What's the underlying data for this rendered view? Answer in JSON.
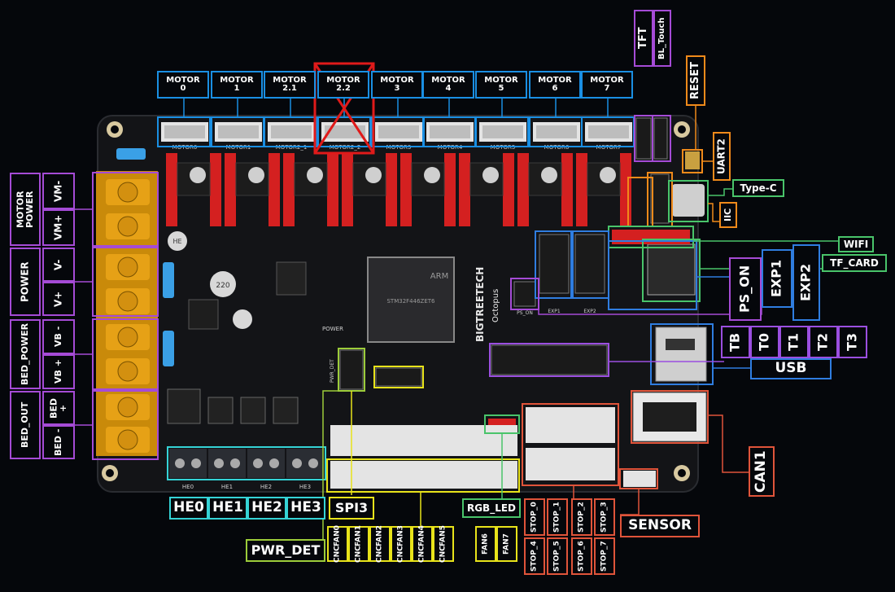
{
  "board": {
    "brand": "BIGTREETECH",
    "model": "Octopus"
  },
  "colors": {
    "motor": "#1a8fe3",
    "power": "#a54bd6",
    "heater": "#35d3d6",
    "fan": "#e8e31a",
    "stop": "#e0543a",
    "sensor": "#e0543a",
    "can": "#e0543a",
    "reset": "#f08a1a",
    "uart": "#f08a1a",
    "iic": "#f08a1a",
    "typec": "#49c46a",
    "wifi": "#49c46a",
    "tfcard": "#49c46a",
    "exp": "#2f7de0",
    "thermistor": "#9b4fe0",
    "usb": "#2f7de0",
    "pwrdet": "#9ccc3a",
    "rgb": "#49c46a",
    "spi": "#e8e31a",
    "cross": "#e01a1a",
    "pcb": "#121316",
    "terminal": "#e6a116",
    "driver": "#d42020"
  },
  "motors": [
    {
      "line1": "MOTOR",
      "line2": "0",
      "silk": "MOTOR0"
    },
    {
      "line1": "MOTOR",
      "line2": "1",
      "silk": "MOTOR1"
    },
    {
      "line1": "MOTOR",
      "line2": "2.1",
      "silk": "MOTOR2_1"
    },
    {
      "line1": "MOTOR",
      "line2": "2.2",
      "silk": "MOTOR2_2"
    },
    {
      "line1": "MOTOR",
      "line2": "3",
      "silk": "MOTOR3"
    },
    {
      "line1": "MOTOR",
      "line2": "4",
      "silk": "MOTOR4"
    },
    {
      "line1": "MOTOR",
      "line2": "5",
      "silk": "MOTOR5"
    },
    {
      "line1": "MOTOR",
      "line2": "6",
      "silk": "MOTOR6"
    },
    {
      "line1": "MOTOR",
      "line2": "7",
      "silk": "MOTOR7"
    }
  ],
  "left_power": {
    "motor_power": {
      "group": "MOTOR POWER",
      "top": "VM-",
      "bottom": "VM+"
    },
    "power": {
      "group": "POWER",
      "top": "V-",
      "bottom": "V+"
    },
    "bed_power": {
      "group": "BED_POWER",
      "top": "VB -",
      "bottom": "VB +"
    },
    "bed_out": {
      "group": "BED_OUT",
      "top": "BED +",
      "bottom": "BED -"
    }
  },
  "top_right": {
    "tft": "TFT",
    "bl_touch": "BL_Touch",
    "reset": "RESET",
    "uart2": "UART2",
    "type_c": "Type-C",
    "iic": "IIC"
  },
  "right": {
    "wifi": "WIFI",
    "tf_card": "TF_CARD",
    "ps_on": "PS_ON",
    "exp1": "EXP1",
    "exp2": "EXP2",
    "thermistors": [
      "TB",
      "T0",
      "T1",
      "T2",
      "T3"
    ],
    "usb": "USB",
    "can1": "CAN1",
    "sensor": "SENSOR"
  },
  "bottom": {
    "heaters": [
      "HE0",
      "HE1",
      "HE2",
      "HE3"
    ],
    "heater_silk": [
      "HE0",
      "HE1",
      "HE2",
      "HE3"
    ],
    "spi3": "SPI3",
    "pwr_det": "PWR_DET",
    "rgb_led": "RGB_LED",
    "fans": [
      {
        "line1": "CNC",
        "line2": "FAN0"
      },
      {
        "line1": "CNC",
        "line2": "FAN1"
      },
      {
        "line1": "CNC",
        "line2": "FAN2"
      },
      {
        "line1": "CNC",
        "line2": "FAN3"
      },
      {
        "line1": "CNC",
        "line2": "FAN4"
      },
      {
        "line1": "CNC",
        "line2": "FAN5"
      },
      {
        "line1": "",
        "line2": "FAN6"
      },
      {
        "line1": "",
        "line2": "FAN7"
      }
    ],
    "stops": [
      {
        "line1": "STOP",
        "line2": "_0"
      },
      {
        "line1": "STOP",
        "line2": "_1"
      },
      {
        "line1": "STOP",
        "line2": "_2"
      },
      {
        "line1": "STOP",
        "line2": "_3"
      },
      {
        "line1": "STOP",
        "line2": "_4"
      },
      {
        "line1": "STOP",
        "line2": "_5"
      },
      {
        "line1": "STOP",
        "line2": "_6"
      },
      {
        "line1": "STOP",
        "line2": "_7"
      }
    ]
  },
  "silk": {
    "ps_on": "PS_ON",
    "exp1": "EXP1",
    "exp2": "EXP2",
    "power": "POWER",
    "pwr_det": "PWR_DET",
    "mcu": "STM32F446ZET6",
    "arm": "ARM",
    "he_top": "HE",
    "cap": "220"
  }
}
